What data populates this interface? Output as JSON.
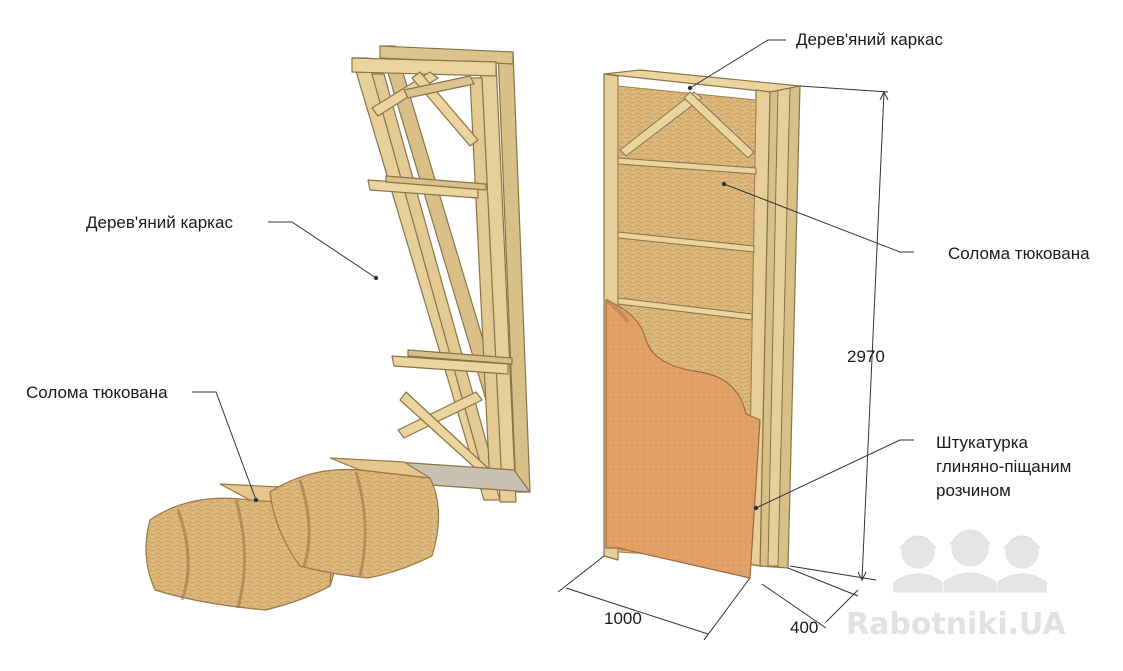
{
  "labels": {
    "frame_left": "Дерев'яний каркас",
    "frame_right": "Дерев'яний каркас",
    "straw_left": "Солома тюкована",
    "straw_right": "Солома тюкована",
    "plaster_line1": "Штукатурка",
    "plaster_line2": "глиняно-піщаним",
    "plaster_line3": "розчином"
  },
  "dimensions": {
    "height": "2970",
    "width": "1000",
    "depth": "400"
  },
  "watermark": "Rabotniki.UA",
  "colors": {
    "wood": "#e6cf98",
    "wood_edge": "#8a7448",
    "straw": "#dcb67a",
    "plaster": "#e2a066",
    "line": "#333333"
  }
}
